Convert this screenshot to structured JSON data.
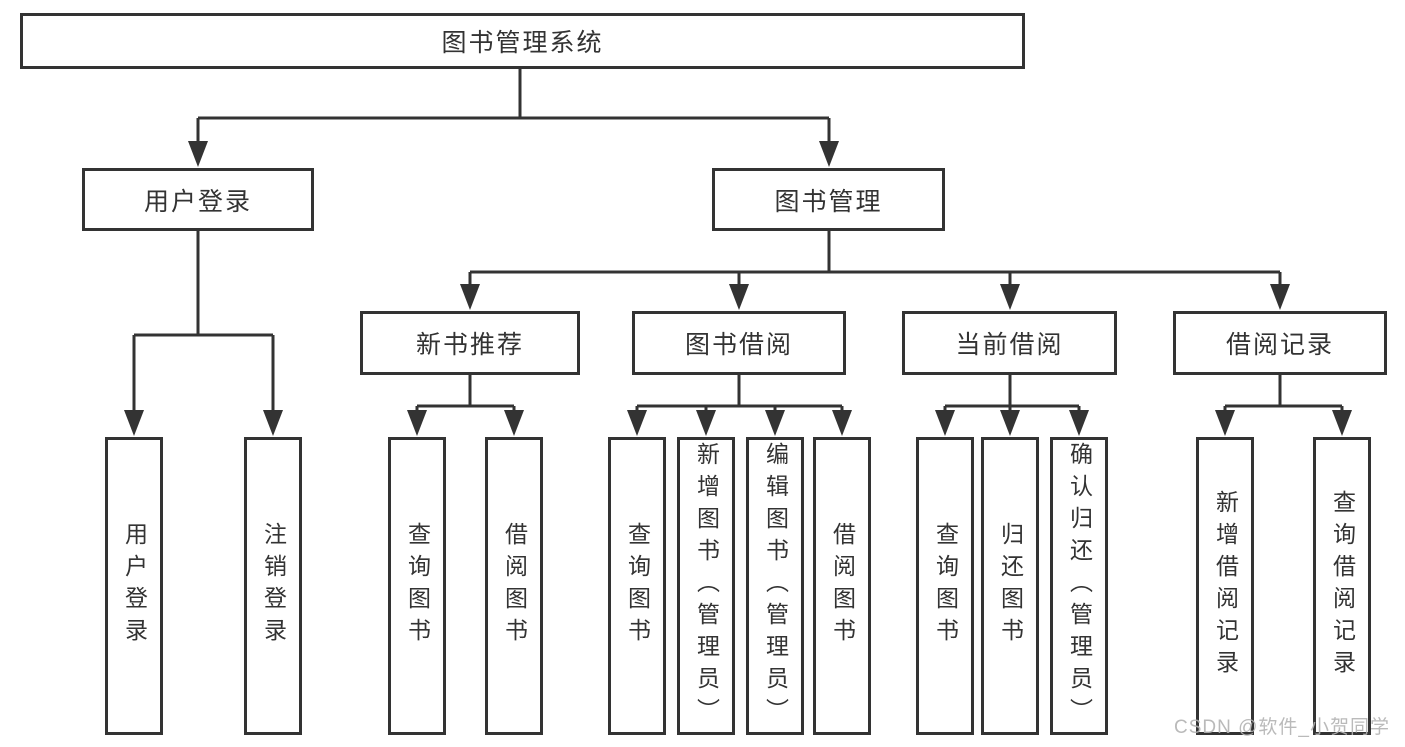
{
  "tree": {
    "root": {
      "label": "图书管理系统"
    },
    "branches": [
      {
        "label": "用户登录",
        "children": [
          {
            "label": "用户登录"
          },
          {
            "label": "注销登录"
          }
        ]
      },
      {
        "label": "图书管理",
        "children": [
          {
            "label": "新书推荐",
            "children": [
              {
                "label": "查询图书"
              },
              {
                "label": "借阅图书"
              }
            ]
          },
          {
            "label": "图书借阅",
            "children": [
              {
                "label": "查询图书"
              },
              {
                "label": "新增图书（管理员）"
              },
              {
                "label": "编辑图书（管理员）"
              },
              {
                "label": "借阅图书"
              }
            ]
          },
          {
            "label": "当前借阅",
            "children": [
              {
                "label": "查询图书"
              },
              {
                "label": "归还图书"
              },
              {
                "label": "确认归还（管理员）"
              }
            ]
          },
          {
            "label": "借阅记录",
            "children": [
              {
                "label": "新增借阅记录"
              },
              {
                "label": "查询借阅记录"
              }
            ]
          }
        ]
      }
    ]
  },
  "watermark": {
    "text": "CSDN @软件_小贺同学"
  },
  "colors": {
    "line": "#333333",
    "text": "#333333",
    "background": "#ffffff",
    "watermark": "#b3b3b3"
  }
}
